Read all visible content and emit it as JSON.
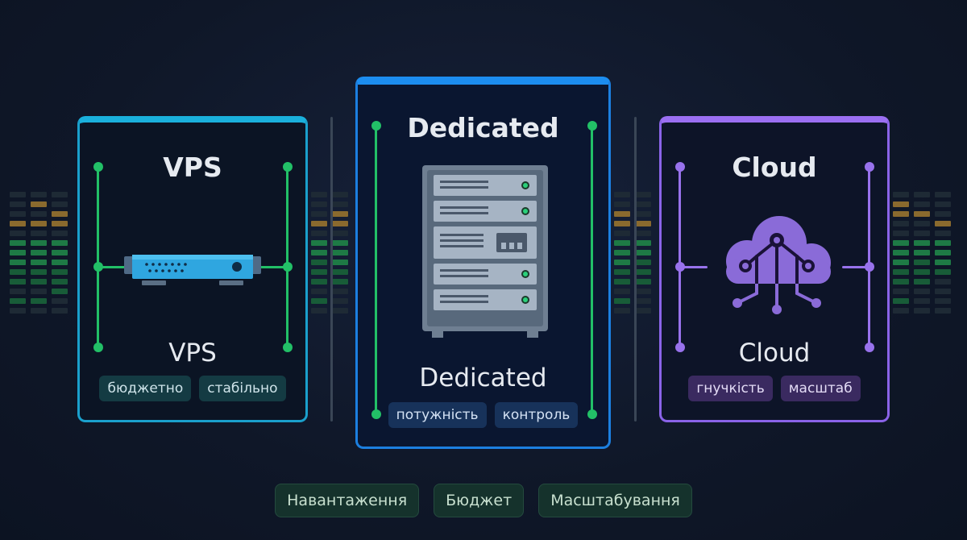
{
  "cards": {
    "vps": {
      "title": "VPS",
      "label": "VPS",
      "icon": "rack-server-1u-icon",
      "tags": [
        "бюджетно",
        "стабільно"
      ],
      "accent": "#1ab0dc"
    },
    "dedicated": {
      "title": "Dedicated",
      "label": "Dedicated",
      "icon": "server-tower-icon",
      "tags": [
        "потужність",
        "контроль"
      ],
      "accent": "#1c8df0"
    },
    "cloud": {
      "title": "Cloud",
      "label": "Cloud",
      "icon": "cloud-network-icon",
      "tags": [
        "гнучкість",
        "масштаб"
      ],
      "accent": "#9b6ff2"
    }
  },
  "criteria": [
    "Навантаження",
    "Бюджет",
    "Масштабування"
  ],
  "colors": {
    "background": "#0f1728",
    "connector_green": "#22c067",
    "connector_purple": "#9872ec"
  }
}
